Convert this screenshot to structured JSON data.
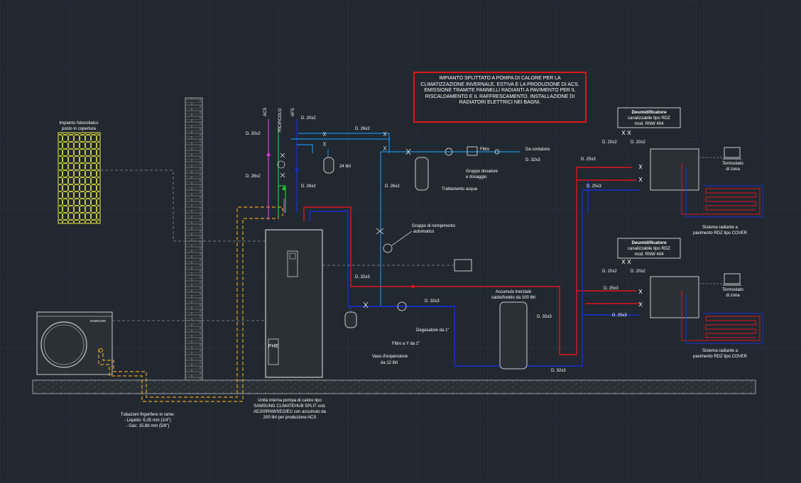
{
  "note": "IMPIANTO SPLITTATO A POMPA DI CALORE PER LA CLIMATIZZAZIONE INVERNALE, ESTIVA E LA PRODUZIONE DI ACS. EMISSIONE TRAMITE PANNELLI RADIANTI A PAVIMENTO PER IL RISCALDAMENTO E IL RAFFRESCAMENTO. INSTALLAZIONE DI RADIATORI ELETTRICI NEI BAGNI.",
  "labels": {
    "pv_1": "Impianto fotovoltaico",
    "pv_2": "posto in copertura",
    "acs": "ACS",
    "ricircolo": "RICIRCOLO",
    "afs": "AFS",
    "d_20x2_top": "D. 20x2",
    "d_26x2_top": "D. 26x2",
    "d_20x2_left": "D. 20x2",
    "d_26x2_left": "D. 26x2",
    "d_26x2_mid": "D. 26x2",
    "d_26x2_pipe": "D. 26x2",
    "vessel_24": "24 litri",
    "tratt_acqua": "Trattamento acqua",
    "gruppo_dos_1": "Gruppo dosatore",
    "gruppo_dos_2": "e dosaggio",
    "filtro": "Filtro",
    "da_contatore": "Da contatore",
    "d_32x3_a": "D. 32x3",
    "gruppo_riemp_1": "Gruppo di riempimento",
    "gruppo_riemp_2": "automatico",
    "d_32x3_b": "D. 32x3",
    "d_32x3_c": "D. 32x3",
    "d_32x3_d": "D. 32x3",
    "d_32x3_e": "D. 32x3",
    "deg_1": "Degasatore da 1\"",
    "filtro_y": "Filtro a Y da 1\"",
    "vaso_1": "Vaso d'espansione",
    "vaso_2": "da 12 litri",
    "accumulo_1": "Accumulo inerziale",
    "accumulo_2": "caldo/freddo da 100 litri",
    "deum_top_1": "Deumidificatore",
    "deum_top_2": "canalizzabile tipo RDZ",
    "deum_top_3": "mod. RNW 404",
    "deum_bot_1": "Deumidificatore",
    "deum_bot_2": "canalizzabile tipo RDZ",
    "deum_bot_3": "mod. RNW 404",
    "d_20x2_t1": "D. 20x2",
    "d_20x2_t2": "D. 20x2",
    "d_25x3_t": "D. 25x3",
    "d_25x3_t2": "D. 25x3",
    "d_20x2_b1": "D. 20x2",
    "d_20x2_b2": "D. 20x2",
    "d_25x3_b": "D. 25x3",
    "d_25x3_b2": "D. 25x3",
    "termo_top_1": "Termostato",
    "termo_top_2": "di zona",
    "termo_bot_1": "Termostato",
    "termo_bot_2": "di zona",
    "sist_top_1": "Sistema radiante a",
    "sist_top_2": "pavimento RDZ tipo COVER",
    "sist_bot_1": "Sistema radiante a",
    "sist_bot_2": "pavimento RDZ tipo COVER",
    "unit_1": "Unità interna pompa di calore tipo",
    "unit_2": "SAMSUNG CLIMATEHUB SPLIT cod.",
    "unit_3": "AE200RNWSEG/EU con accumulo da",
    "unit_4": "200 litri per produzione ACS",
    "tub_1": "Tubazioni frigorifere in rame:",
    "tub_2": "- Liquido: 6,35 mm (1/4\")",
    "tub_3": "- Gas: 15,88 mm (5/8\")",
    "phe": "PHE",
    "samsung": "SAMSUNG"
  },
  "colors": {
    "background": "#212830",
    "red_pipe": "#e0141e",
    "blue_pipe": "#1a2fd6",
    "light_blue": "#1f8fe0",
    "magenta": "#e03cdc",
    "green": "#22c832",
    "orange_refrig": "#e8a020",
    "yellow_pv": "#f0f040",
    "chimney": "#9aa0a6",
    "floor": "#6d7378"
  }
}
